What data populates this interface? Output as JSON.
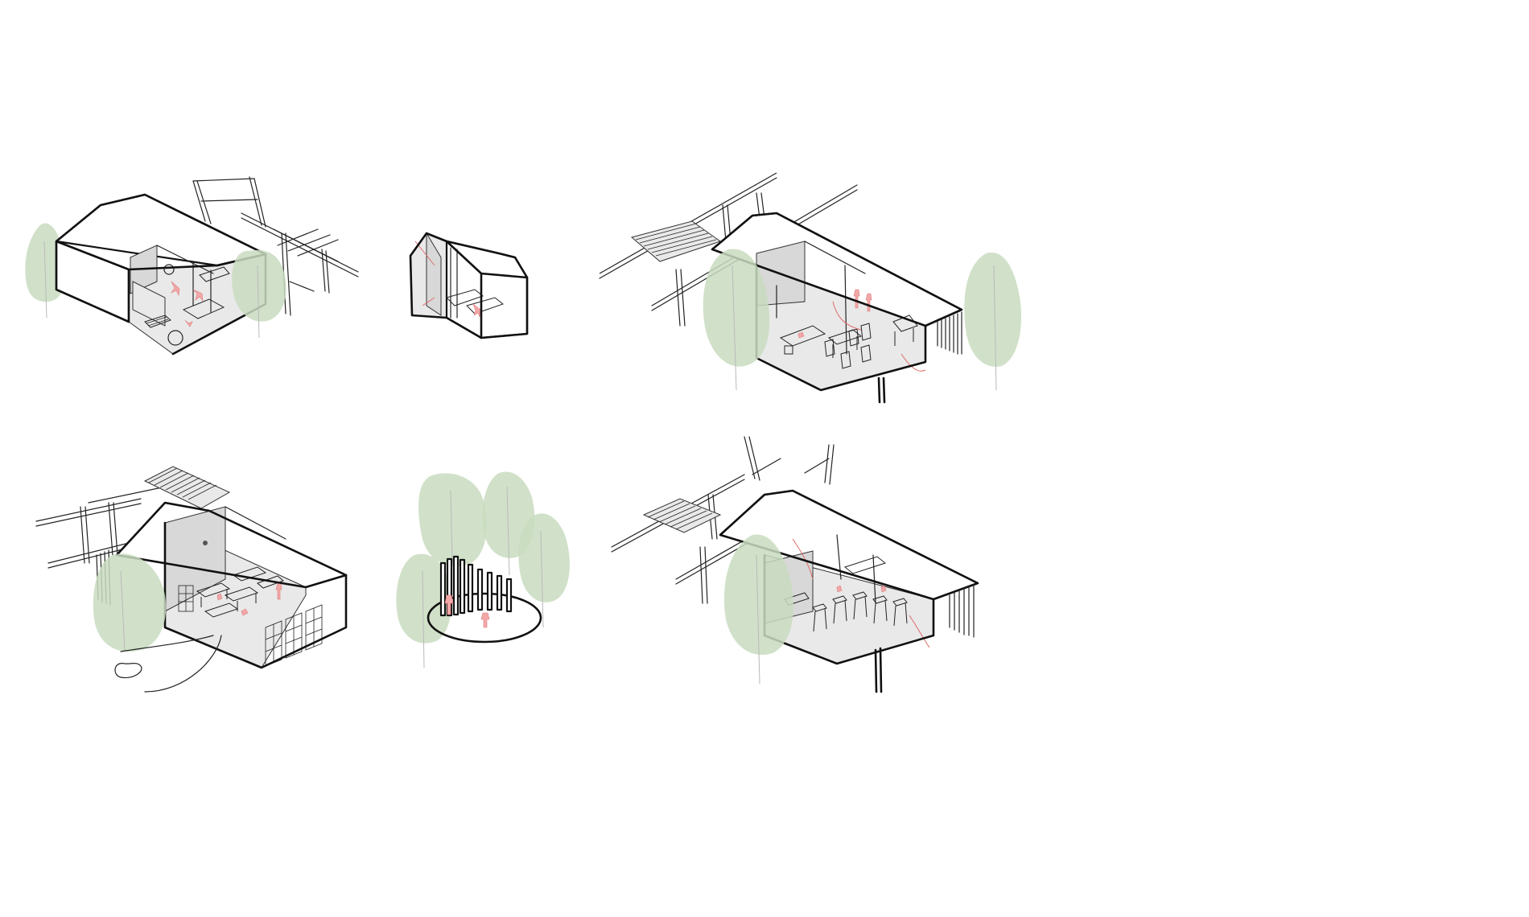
{
  "caption": "",
  "colors": {
    "tree": "#c9dcbf",
    "person": "#f2a8a8",
    "line": "#111111",
    "background": "#ffffff"
  },
  "vignettes": [
    {
      "id": "house-bedroom",
      "trees": 2,
      "people": 3
    },
    {
      "id": "small-cabin",
      "trees": 0,
      "people": 1
    },
    {
      "id": "house-dining",
      "trees": 2,
      "people": 3
    },
    {
      "id": "house-workshop",
      "trees": 1,
      "people": 3
    },
    {
      "id": "forest-circle",
      "trees": 4,
      "people": 2
    },
    {
      "id": "house-bar",
      "trees": 1,
      "people": 2
    }
  ]
}
